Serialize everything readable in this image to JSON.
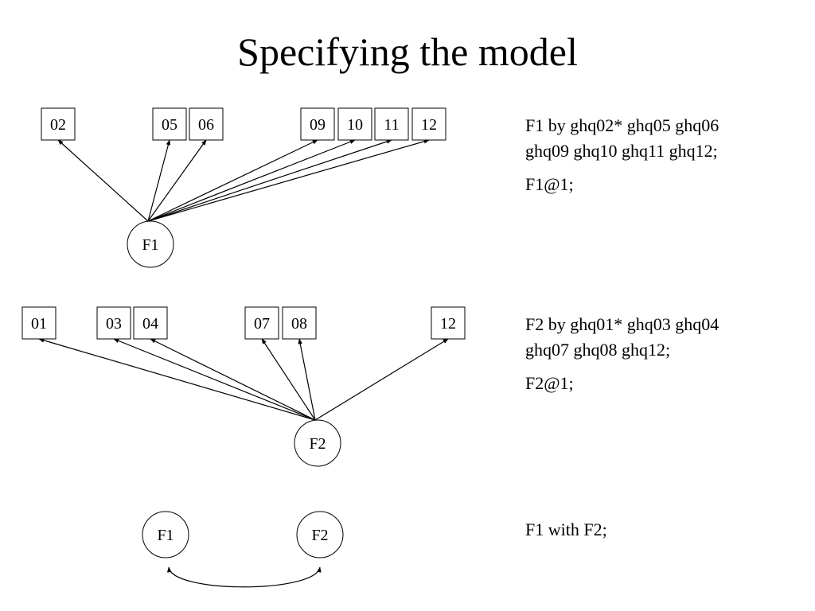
{
  "title": "Specifying the model",
  "diagrams": [
    {
      "factor": "F1",
      "indicators": [
        "02",
        "05",
        "06",
        "09",
        "10",
        "11",
        "12"
      ]
    },
    {
      "factor": "F2",
      "indicators": [
        "01",
        "03",
        "04",
        "07",
        "08",
        "12"
      ]
    },
    {
      "factors": [
        "F1",
        "F2"
      ]
    }
  ],
  "syntax": {
    "block1": {
      "line1": "F1 by ghq02* ghq05 ghq06",
      "line2": "ghq09 ghq10 ghq11 ghq12;",
      "line3": "F1@1;"
    },
    "block2": {
      "line1": "F2 by ghq01* ghq03 ghq04",
      "line2": "ghq07 ghq08 ghq12;",
      "line3": "F2@1;"
    },
    "block3": {
      "line1": "F1 with F2;"
    }
  }
}
